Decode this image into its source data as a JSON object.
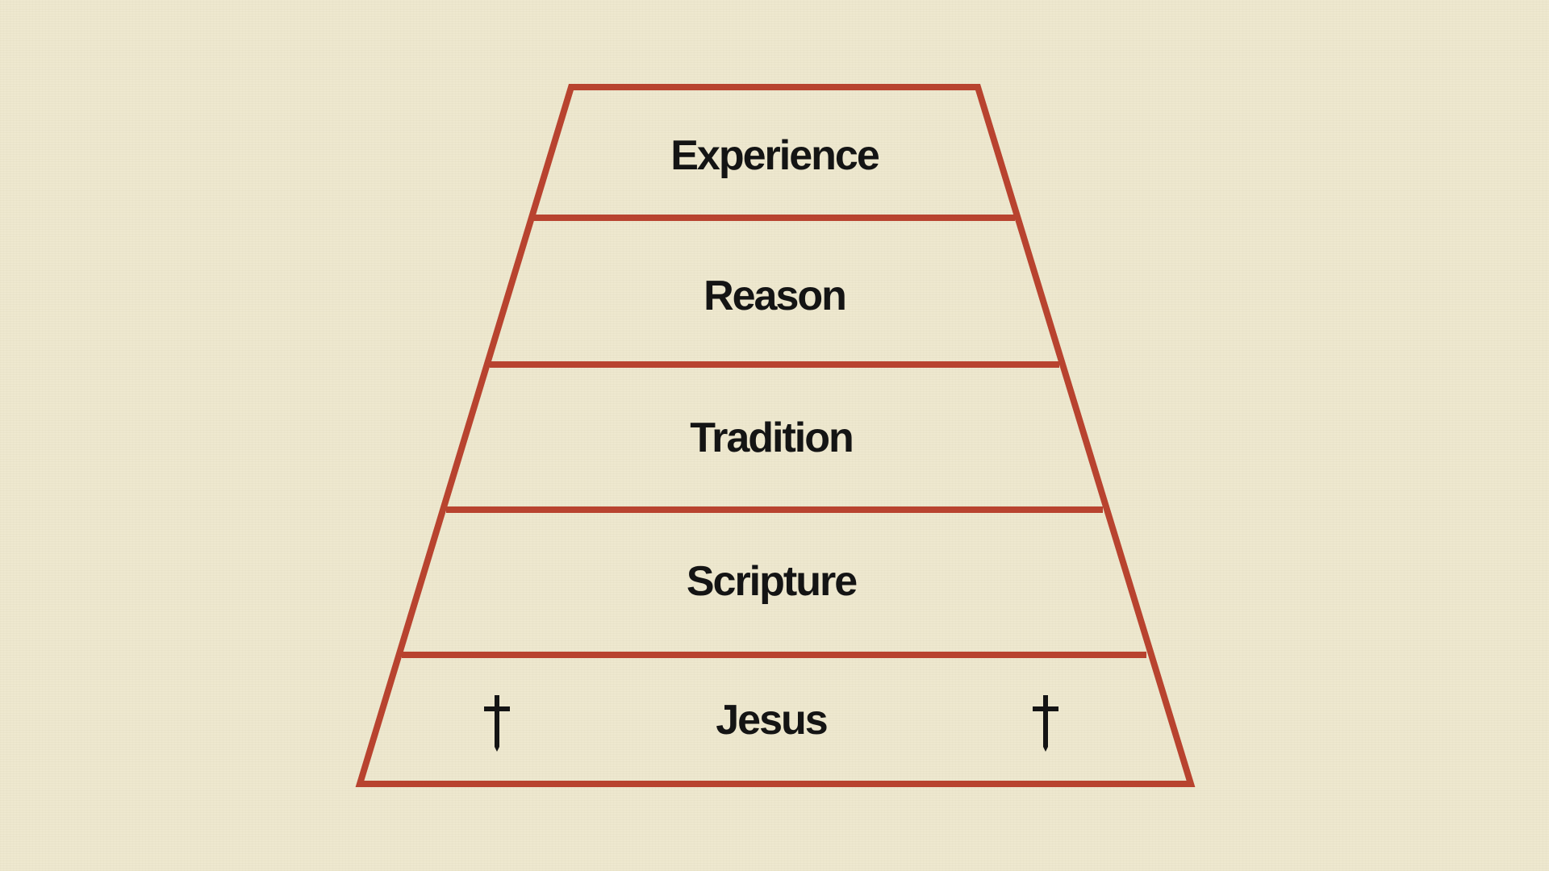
{
  "colors": {
    "background": "#eee8cf",
    "outline": "#b8432f",
    "text": "#141414"
  },
  "tiers": [
    {
      "label": "Experience"
    },
    {
      "label": "Reason"
    },
    {
      "label": "Tradition"
    },
    {
      "label": "Scripture"
    },
    {
      "label": "Jesus"
    }
  ],
  "icons": [
    "cross-icon",
    "cross-icon"
  ]
}
